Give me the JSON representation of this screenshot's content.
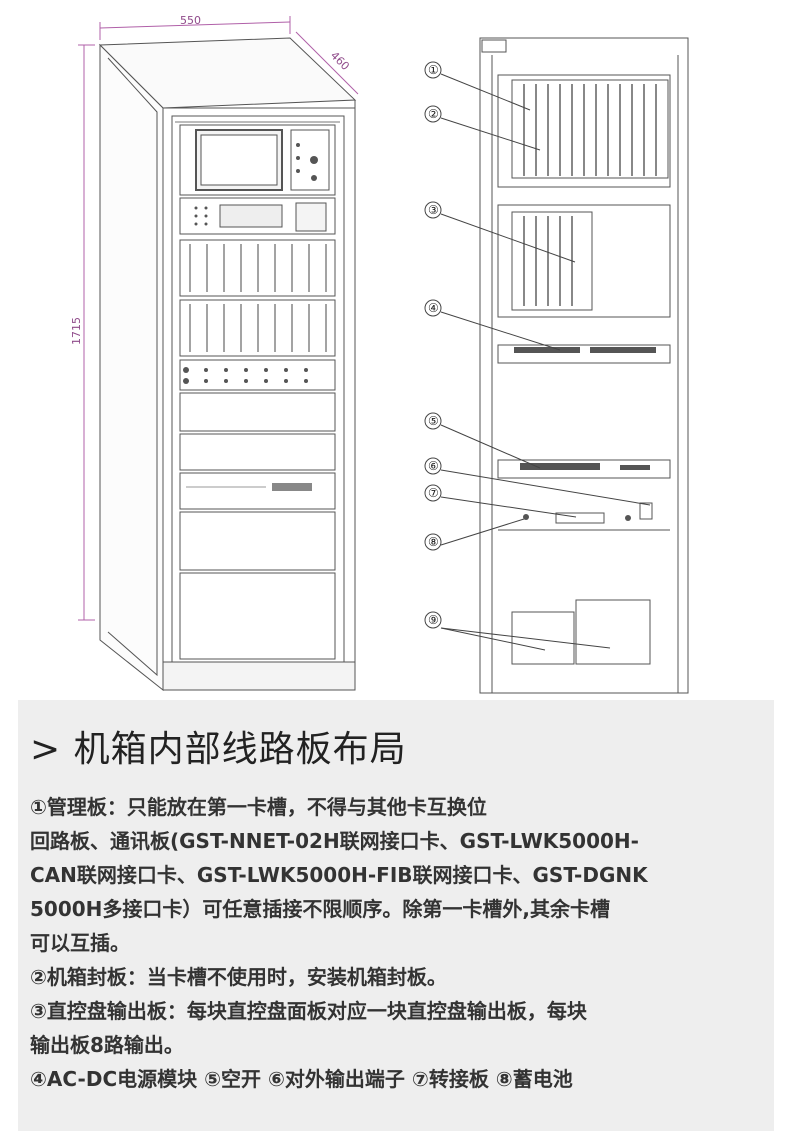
{
  "drawing": {
    "dimension_width": "550",
    "dimension_depth": "460",
    "dimension_height": "1715",
    "callouts": [
      "①",
      "②",
      "③",
      "④",
      "⑤",
      "⑥",
      "⑦",
      "⑧",
      "⑨"
    ]
  },
  "panel": {
    "title": "> 机箱内部线路板布局",
    "paragraphs": [
      "①管理板：只能放在第一卡槽，不得与其他卡互换位",
      "回路板、通讯板(GST-NNET-02H联网接口卡、GST-LWK5000H-",
      "CAN联网接口卡、GST-LWK5000H-FIB联网接口卡、GST-DGNK",
      "5000H多接口卡）可任意插接不限顺序。除第一卡槽外,其余卡槽",
      "可以互插。",
      "②机箱封板：当卡槽不使用时，安装机箱封板。",
      "③直控盘输出板：每块直控盘面板对应一块直控盘输出板，每块",
      "输出板8路输出。",
      "④AC-DC电源模块  ⑤空开  ⑥对外输出端子  ⑦转接板 ⑧蓄电池"
    ]
  }
}
